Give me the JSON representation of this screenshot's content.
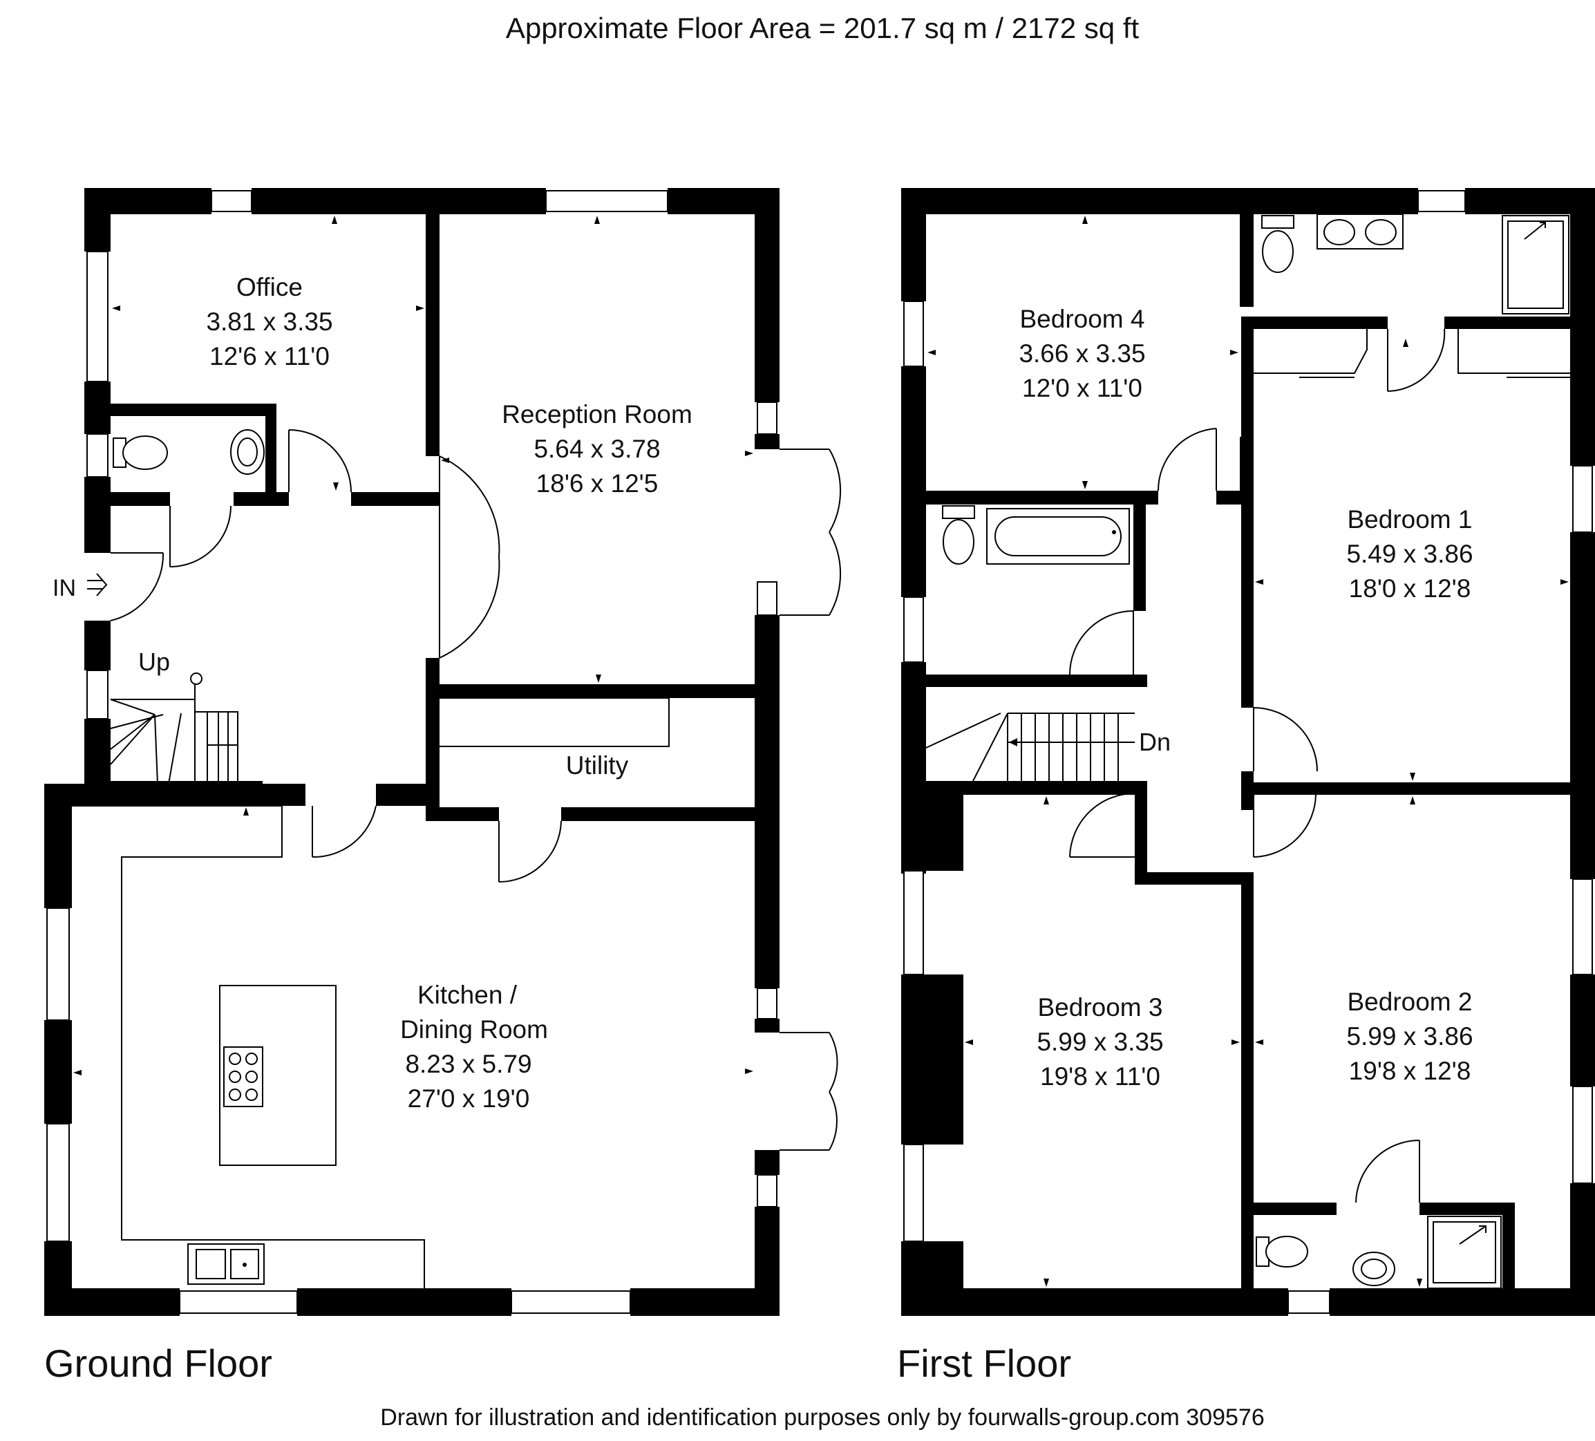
{
  "header": {
    "area_text": "Approximate Floor Area = 201.7 sq m / 2172 sq ft"
  },
  "footer": {
    "credit_text": "Drawn for illustration and identification purposes only by fourwalls-group.com 309576"
  },
  "ground_floor": {
    "title": "Ground Floor",
    "entrance_label": "IN",
    "stairs_label": "Up",
    "rooms": {
      "office": {
        "name": "Office",
        "metric": "3.81 x 3.35",
        "imperial": "12'6 x 11'0"
      },
      "reception": {
        "name": "Reception Room",
        "metric": "5.64 x 3.78",
        "imperial": "18'6 x 12'5"
      },
      "utility": {
        "name": "Utility"
      },
      "kitchen": {
        "name_line1": "Kitchen /",
        "name_line2": "Dining Room",
        "metric": "8.23 x 5.79",
        "imperial": "27'0 x 19'0"
      }
    }
  },
  "first_floor": {
    "title": "First Floor",
    "stairs_label": "Dn",
    "rooms": {
      "bedroom4": {
        "name": "Bedroom 4",
        "metric": "3.66 x 3.35",
        "imperial": "12'0 x 11'0"
      },
      "bedroom1": {
        "name": "Bedroom 1",
        "metric": "5.49 x 3.86",
        "imperial": "18'0 x 12'8"
      },
      "bedroom3": {
        "name": "Bedroom 3",
        "metric": "5.99 x 3.35",
        "imperial": "19'8 x 11'0"
      },
      "bedroom2": {
        "name": "Bedroom 2",
        "metric": "5.99 x 3.86",
        "imperial": "19'8 x 12'8"
      }
    }
  },
  "colors": {
    "wall": "#000000",
    "background": "#ffffff",
    "text": "#111111"
  }
}
